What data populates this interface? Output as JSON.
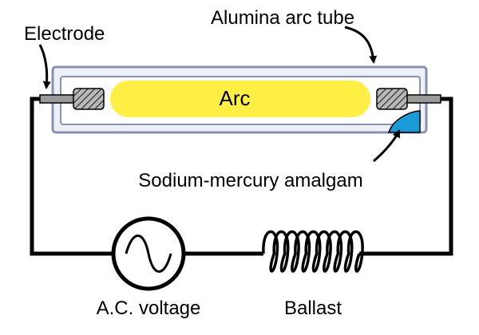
{
  "labels": {
    "arc_tube": "Alumina arc tube",
    "electrode": "Electrode",
    "arc": "Arc",
    "amalgam": "Sodium-mercury amalgam",
    "ac_voltage": "A.C. voltage",
    "ballast": "Ballast"
  },
  "colors": {
    "arc": "#ffee44",
    "tube_fill": "#eef0f8",
    "tube_stroke": "#8a90b0",
    "amalgam": "#1a9ad6",
    "wire": "#000000",
    "electrode_metal": "#9a9a9a"
  }
}
